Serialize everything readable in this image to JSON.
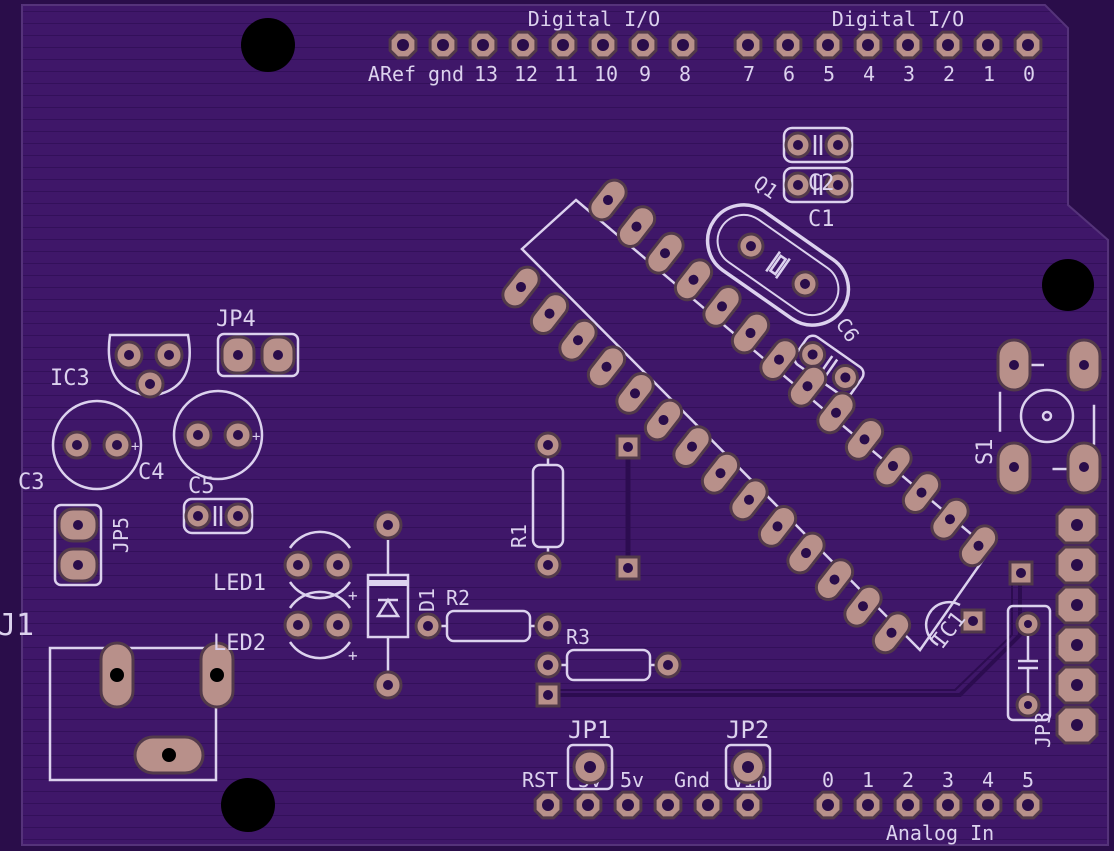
{
  "board": {
    "header_top_left_title": "Digital I/O",
    "header_top_right_title": "Digital I/O",
    "header_bottom_title": "Analog In",
    "top_left_pins": [
      "ARef",
      "gnd",
      "13",
      "12",
      "11",
      "10",
      "9",
      "8"
    ],
    "top_right_pins": [
      "7",
      "6",
      "5",
      "4",
      "3",
      "2",
      "1",
      "0"
    ],
    "bottom_power_pins": [
      "RST",
      "3v",
      "5v",
      "Gnd",
      "Vin"
    ],
    "bottom_analog_pins": [
      "0",
      "1",
      "2",
      "3",
      "4",
      "5"
    ]
  },
  "components": {
    "J1": "J1",
    "IC3": "IC3",
    "JP4": "JP4",
    "C3": "C3",
    "C4": "C4",
    "C5": "C5",
    "JP5": "JP5",
    "LED1": "LED1",
    "LED2": "LED2",
    "D1": "D1",
    "R1": "R1",
    "R2": "R2",
    "R3": "R3",
    "JP1": "JP1",
    "JP2": "JP2",
    "Q1": "Q1",
    "C1": "C1",
    "C2": "C2",
    "C6": "C6",
    "S1": "S1",
    "IC1": "IC1",
    "JP3": "JP3",
    "led_plus": "+",
    "cap_plus": "+"
  },
  "colors": {
    "board": "#3d1567",
    "silkscreen": "#dcd2ee",
    "pad": "#b8908a",
    "mount_hole": "#000000"
  }
}
